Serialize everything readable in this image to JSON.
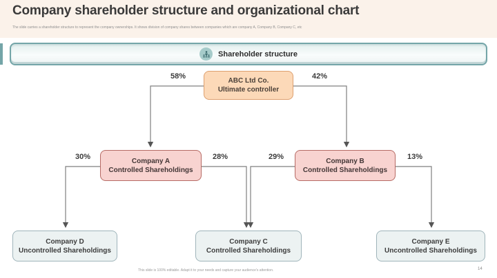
{
  "page": {
    "title": "Company shareholder structure and organizational chart",
    "subtitle": "The slide carries a shareholder structure to represent the company ownerships. It shows division of company shares between companies which are company A, Company B, Company C, etc",
    "footer": "This slide is 100% editable. Adapt it to your needs and capture your audience's attention.",
    "page_number": "14"
  },
  "banner": {
    "label": "Shareholder structure",
    "icon": "people-group-icon"
  },
  "diagram": {
    "type": "org-chart",
    "nodes": {
      "abc": {
        "line1": "ABC Ltd Co.",
        "line2": "Ultimate controller",
        "level": "top"
      },
      "a": {
        "line1": "Company A",
        "line2": "Controlled Shareholdings",
        "level": "middle"
      },
      "b": {
        "line1": "Company B",
        "line2": "Controlled Shareholdings",
        "level": "middle"
      },
      "d": {
        "line1": "Company D",
        "line2": "Uncontrolled Shareholdings",
        "level": "bottom"
      },
      "c": {
        "line1": "Company C",
        "line2": "Controlled Shareholdings",
        "level": "bottom"
      },
      "e": {
        "line1": "Company E",
        "line2": "Uncontrolled Shareholdings",
        "level": "bottom"
      }
    },
    "edges": [
      {
        "from": "abc",
        "to": "a",
        "label": "58%"
      },
      {
        "from": "abc",
        "to": "b",
        "label": "42%"
      },
      {
        "from": "a",
        "to": "d",
        "label": "30%"
      },
      {
        "from": "a",
        "to": "c",
        "label": "28%"
      },
      {
        "from": "b",
        "to": "c",
        "label": "29%"
      },
      {
        "from": "b",
        "to": "e",
        "label": "13%"
      }
    ]
  },
  "colors": {
    "header-bg": "#fbf2ea",
    "text-dark": "#3a3a3a",
    "text-muted": "#8f8f8f",
    "banner-border": "#74a5a8",
    "icon-bg": "#a6cbca",
    "icon-glyph": "#2f6064",
    "top-fill": "#fcd9b8",
    "top-border": "#dd9f6e",
    "top-text": "#4b4038",
    "mid-fill": "#f8d3d0",
    "mid-border": "#b66a64",
    "mid-text": "#433636",
    "low-fill": "#ecf2f2",
    "low-border": "#9fb4ba",
    "low-text": "#3d3d3d",
    "line": "#7f7f7f"
  }
}
